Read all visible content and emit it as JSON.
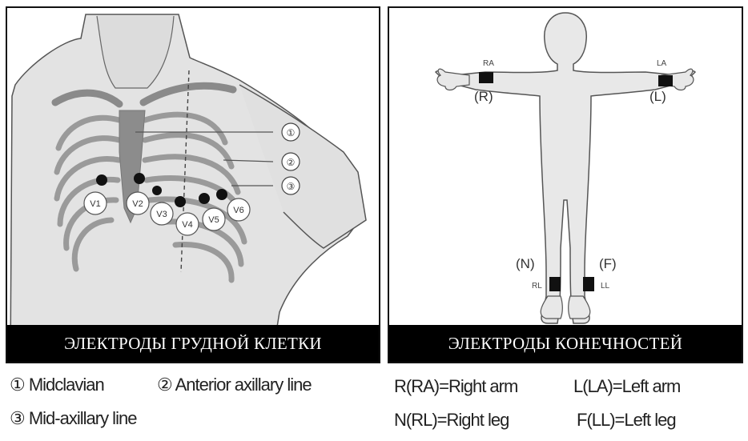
{
  "chest_panel": {
    "caption": "ЭЛЕКТРОДЫ ГРУДНОЙ КЛЕТКИ",
    "line_markers": [
      "①",
      "②",
      "③"
    ],
    "electrodes": [
      "V1",
      "V2",
      "V3",
      "V4",
      "V5",
      "V6"
    ]
  },
  "limb_panel": {
    "caption": "ЭЛЕКТРОДЫ КОНЕЧНОСТЕЙ",
    "labels": {
      "ra": "RA",
      "r": "(R)",
      "la": "LA",
      "l": "(L)",
      "n": "(N)",
      "rl": "RL",
      "f": "(F)",
      "ll": "LL"
    }
  },
  "legend": {
    "midclavian": "① Midclavian",
    "anterior_axillary": "② Anterior axillary line",
    "mid_axillary": "③ Mid-axillary line",
    "right_arm": "R(RA)=Right arm",
    "left_arm": "L(LA)=Left arm",
    "right_leg": "N(RL)=Right leg",
    "left_leg": "F(LL)=Left leg"
  },
  "colors": {
    "skin": "#e3e3e3",
    "outline": "#555555",
    "bone": "#9a9a9a",
    "electrode": "#111111",
    "caption_bg": "#000000"
  }
}
